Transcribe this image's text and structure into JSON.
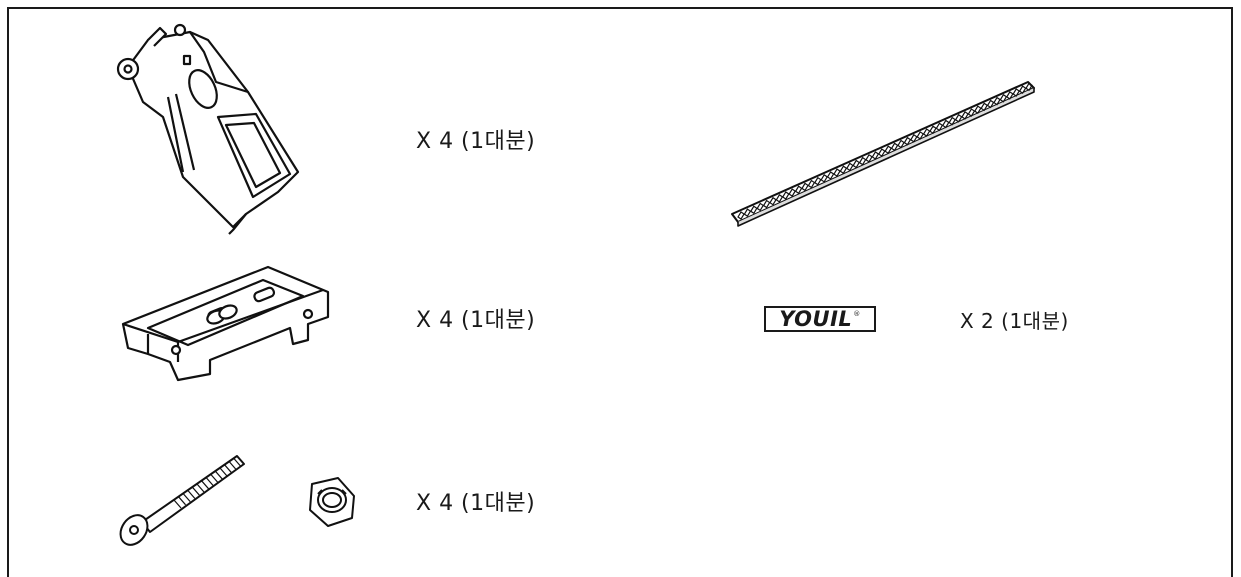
{
  "parts": [
    {
      "icon": "foot-bracket-icon",
      "quantity_text": "X 4 (1대분)"
    },
    {
      "icon": "rail-strip-icon",
      "quantity_text": ""
    },
    {
      "icon": "foot-pad-icon",
      "quantity_text": "X 4 (1대분)"
    },
    {
      "icon": "bolt-icon",
      "quantity_text": "X 4 (1대분)"
    },
    {
      "icon": "nut-icon",
      "quantity_text": ""
    }
  ],
  "logo_part": {
    "logo_text": "YOUIL",
    "registered_mark": "®",
    "quantity_text": "X 2 (1대분)"
  }
}
